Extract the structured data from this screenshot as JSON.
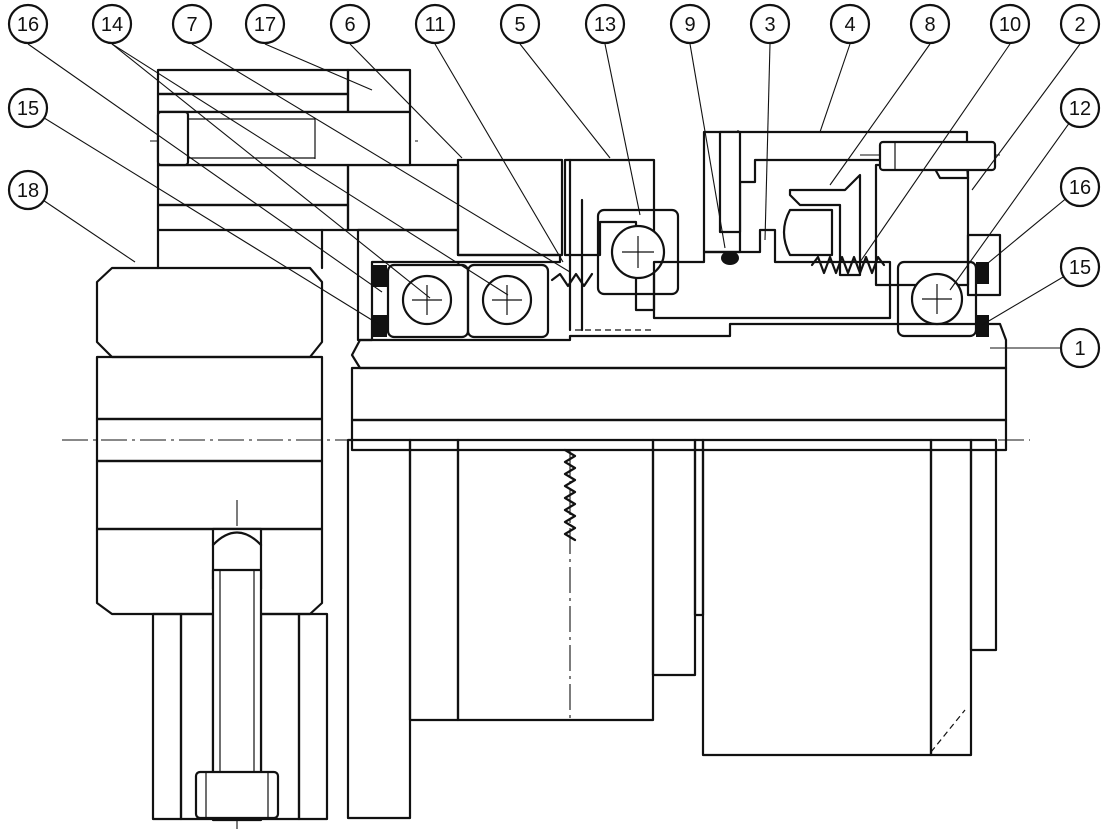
{
  "callouts": [
    {
      "num": "16"
    },
    {
      "num": "14"
    },
    {
      "num": "7"
    },
    {
      "num": "17"
    },
    {
      "num": "6"
    },
    {
      "num": "11"
    },
    {
      "num": "5"
    },
    {
      "num": "13"
    },
    {
      "num": "9"
    },
    {
      "num": "3"
    },
    {
      "num": "4"
    },
    {
      "num": "8"
    },
    {
      "num": "10"
    },
    {
      "num": "2"
    },
    {
      "num": "15"
    },
    {
      "num": "12"
    },
    {
      "num": "18"
    },
    {
      "num": "16"
    },
    {
      "num": "15"
    },
    {
      "num": "1"
    }
  ]
}
